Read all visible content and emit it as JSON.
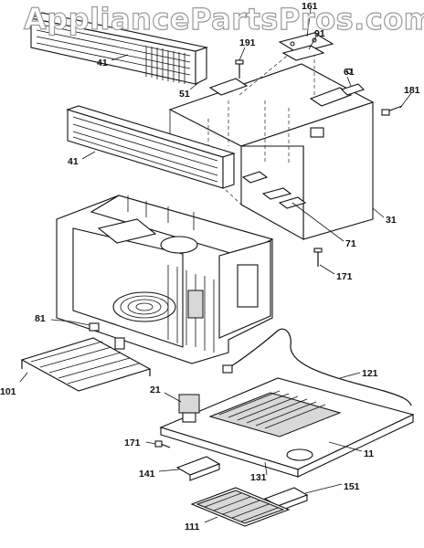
{
  "watermark": "AppliancePartsPros.com",
  "callouts": {
    "p161": "161",
    "p191": "191",
    "p91": "91",
    "p41a": "41",
    "p51": "51",
    "p61": "61",
    "p181": "181",
    "p41b": "41",
    "p31": "31",
    "p71": "71",
    "p171a": "171",
    "p81": "81",
    "p101": "101",
    "p121": "121",
    "p21": "21",
    "p171b": "171",
    "p11": "11",
    "p141": "141",
    "p131": "131",
    "p151": "151",
    "p111": "111"
  }
}
